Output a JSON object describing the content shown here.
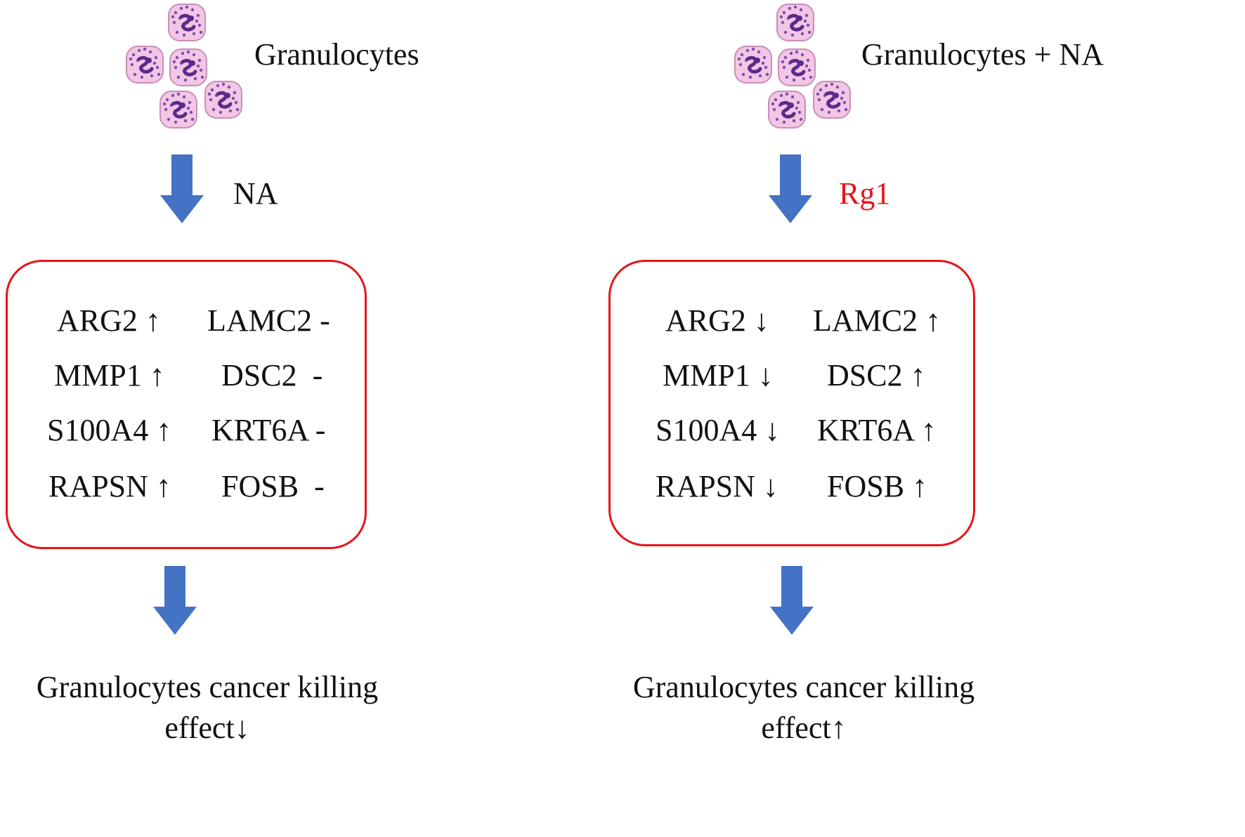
{
  "colors": {
    "arrow": "#4472c4",
    "box_border": "#e8141a",
    "treatment_highlight": "#e8141a",
    "cell_fill": "#f2c6e4",
    "cell_nucleus": "#5a2a8c"
  },
  "icons": {
    "cell": "granulocyte-cell-icon",
    "arrow": "down-arrow-icon"
  },
  "panels": [
    {
      "cells_label": "Granulocytes",
      "treatment": "NA",
      "treatment_highlight": false,
      "genes_left": [
        "ARG2 ↑",
        "MMP1 ↑",
        "S100A4 ↑",
        "RAPSN ↑"
      ],
      "genes_right": [
        "LAMC2 -",
        "DSC2  -",
        "KRT6A -",
        "FOSB  -"
      ],
      "outcome_line1": "Granulocytes cancer killing",
      "outcome_line2": "effect↓"
    },
    {
      "cells_label": "Granulocytes + NA",
      "treatment": "Rg1",
      "treatment_highlight": true,
      "genes_left": [
        "ARG2 ↓",
        "MMP1 ↓",
        "S100A4 ↓",
        "RAPSN ↓"
      ],
      "genes_right": [
        "LAMC2 ↑",
        "DSC2 ↑",
        "KRT6A ↑",
        "FOSB ↑"
      ],
      "outcome_line1": "Granulocytes cancer killing",
      "outcome_line2": "effect↑"
    }
  ]
}
